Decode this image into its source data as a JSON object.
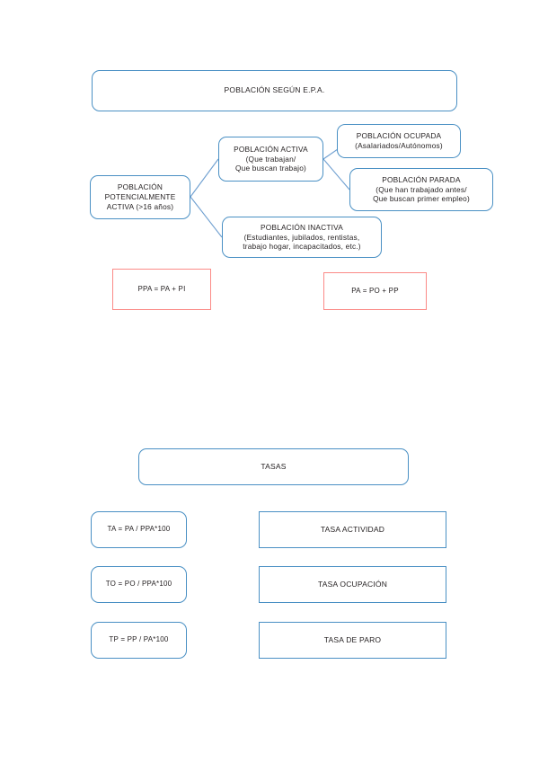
{
  "document": {
    "title": "POBLACIÓN SEGÚN E.P.A.",
    "language": "es"
  },
  "colors": {
    "box_border_blue": "#4a90c4",
    "box_border_red": "#fb8a87",
    "connector_blue": "#6f9fd0",
    "text": "#231f20",
    "background": "#ffffff"
  },
  "epa_section": {
    "header": {
      "label": "POBLACIÓN SEGÚN E.P.A.",
      "shape": "rounded",
      "border_color": "#4a90c4"
    },
    "root": {
      "label": "POBLACIÓN\nPOTENCIALMENTE\nACTIVA (>16 años)",
      "shape": "rounded"
    },
    "branches": [
      {
        "label": "POBLACIÓN ACTIVA\n(Que trabajan/\nQue buscan trabajo)",
        "shape": "rounded"
      },
      {
        "label": "POBLACIÓN INACTIVA\n(Estudiantes, jubilados, rentistas,\ntrabajo hogar, incapacitados, etc.)",
        "shape": "rounded"
      }
    ],
    "sub_branches": [
      {
        "label": "POBLACIÓN OCUPADA\n(Asalariados/Autónomos)",
        "shape": "rounded"
      },
      {
        "label": "POBLACIÓN PARADA\n(Que han trabajado antes/\nQue buscan primer empleo)",
        "shape": "rounded"
      }
    ],
    "formulas": [
      {
        "label": "PPA = PA + PI",
        "shape": "rectangle",
        "border_color": "#fb8a87"
      },
      {
        "label": "PA = PO + PP",
        "shape": "rectangle",
        "border_color": "#fb8a87"
      }
    ]
  },
  "tasas_section": {
    "header": {
      "label": "TASAS",
      "shape": "rounded"
    },
    "rows": [
      {
        "formula": "TA = PA / PPA*100",
        "name": "TASA ACTIVIDAD"
      },
      {
        "formula": "TO = PO / PPA*100",
        "name": "TASA OCUPACIÓN"
      },
      {
        "formula": "TP = PP / PA*100",
        "name": "TASA DE PARO"
      }
    ]
  }
}
